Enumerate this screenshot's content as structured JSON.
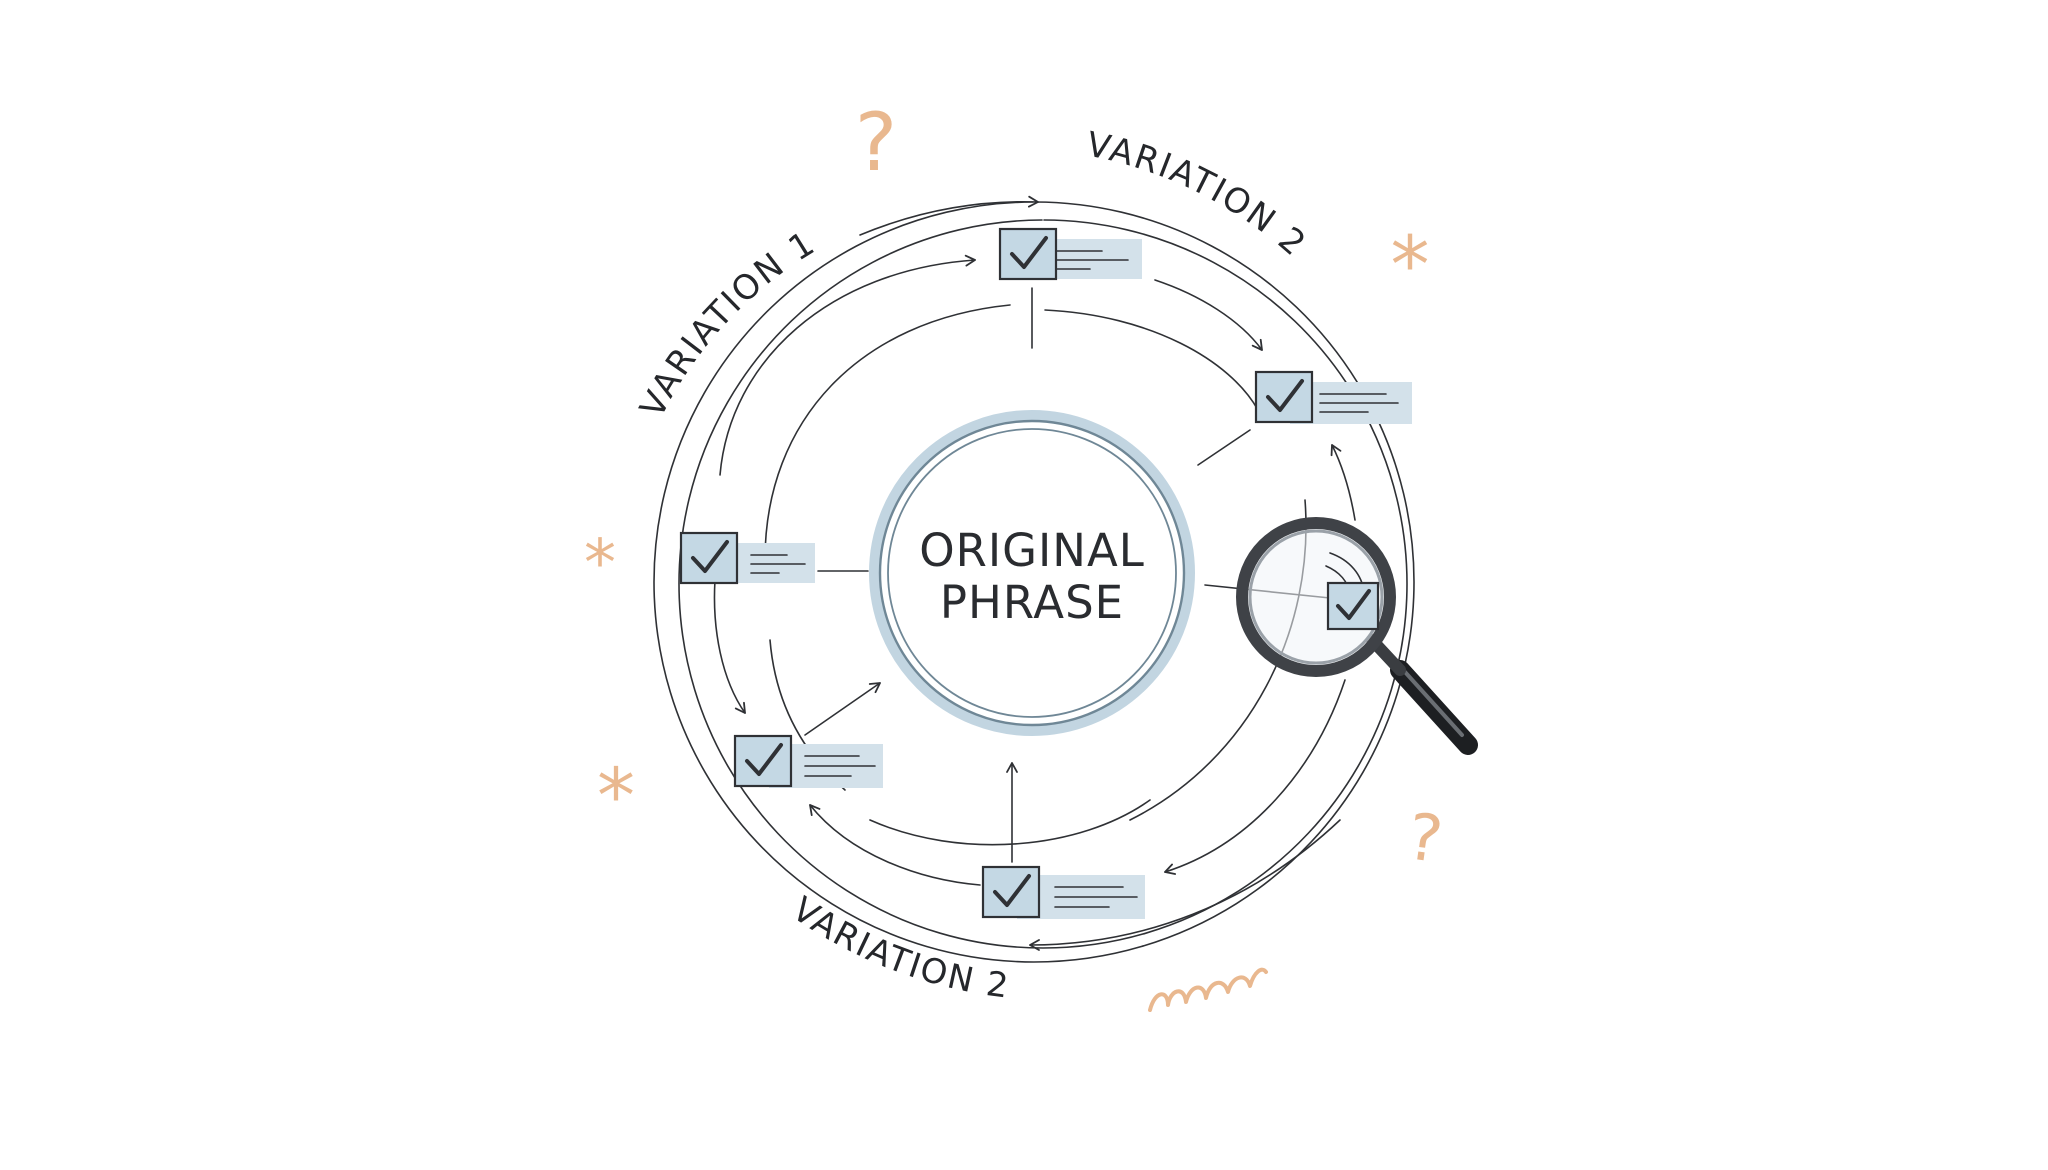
{
  "center": {
    "line1": "ORIGINAL",
    "line2": "PHRASE"
  },
  "labels": {
    "variation_top_left": "VARIATION 1",
    "variation_top_right": "VARIATION 2",
    "variation_bottom": "VARIATION 2"
  },
  "doodles": {
    "question_mark": "?",
    "asterisk": "*"
  },
  "colors": {
    "ink": "#2f3135",
    "card_fill": "#d3e1ea",
    "checkbox_fill": "#c4d8e4",
    "center_ring": "#b9cfdc",
    "accent_doodle": "#e9b88f",
    "magnifier_handle": "#1d1f22"
  },
  "icons": [
    "checkbox-check-icon",
    "magnifying-glass-icon",
    "question-mark-doodle",
    "asterisk-doodle",
    "squiggle-doodle"
  ]
}
